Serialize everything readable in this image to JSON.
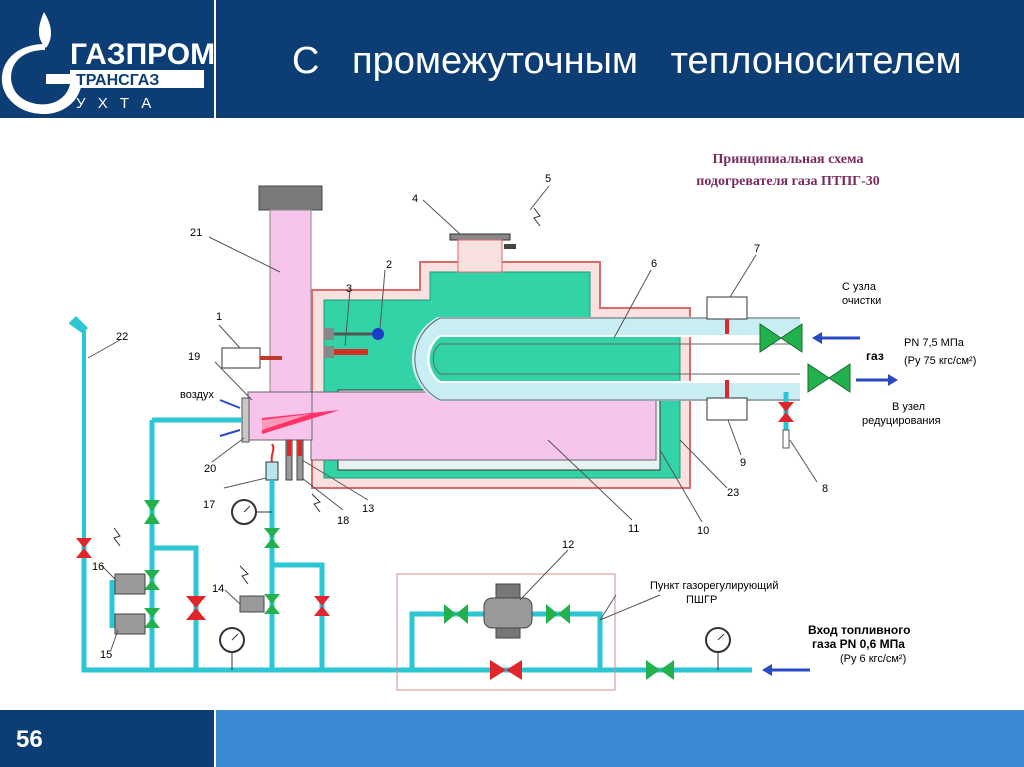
{
  "header": {
    "logo_main": "ГАЗПРОМ",
    "logo_sub": "ТРАНСГАЗ",
    "logo_city": "У Х Т А",
    "title": "С промежуточным теплоносителем"
  },
  "footer": {
    "page_number": "56"
  },
  "diagram": {
    "title_line1": "Принципиальная схема",
    "title_line2": "подогревателя газа ПТПГ-30",
    "labels": {
      "air": "воздух",
      "from_cleaning_1": "С узла",
      "from_cleaning_2": "очистки",
      "gas": "газ",
      "pn_75": "PN 7,5 МПа",
      "ru_75": "(Ру 75 кгс/см²)",
      "to_reduction_1": "В узел",
      "to_reduction_2": "редуцирования",
      "pshgr_1": "Пункт газорегулирующий",
      "pshgr_2": "ПШГР",
      "fuel_in_1": "Вход топливного",
      "fuel_in_2": "газа PN 0,6 МПа",
      "fuel_in_3": "(Ру 6 кгс/см²)"
    },
    "numbers": [
      "1",
      "2",
      "3",
      "4",
      "5",
      "6",
      "7",
      "8",
      "9",
      "10",
      "11",
      "12",
      "13",
      "14",
      "15",
      "16",
      "17",
      "18",
      "19",
      "20",
      "21",
      "22",
      "23"
    ]
  },
  "colors": {
    "header_bg": "#0c3d74",
    "footer_accent": "#3d8ad4",
    "pipe": "#2bc6d3",
    "water": "#33d3a8",
    "flue": "#f7c4ec",
    "valve_green": "#22b14c",
    "valve_red": "#e0262a"
  }
}
